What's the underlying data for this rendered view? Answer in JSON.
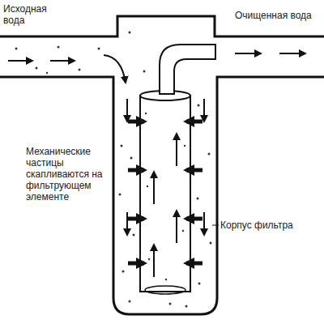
{
  "diagram": {
    "labels": [
      "Исходная вода",
      "Очищенная вода",
      "Механические частицы скапливаются на фильтрующем элементе",
      "Корпус фильтра"
    ]
  }
}
